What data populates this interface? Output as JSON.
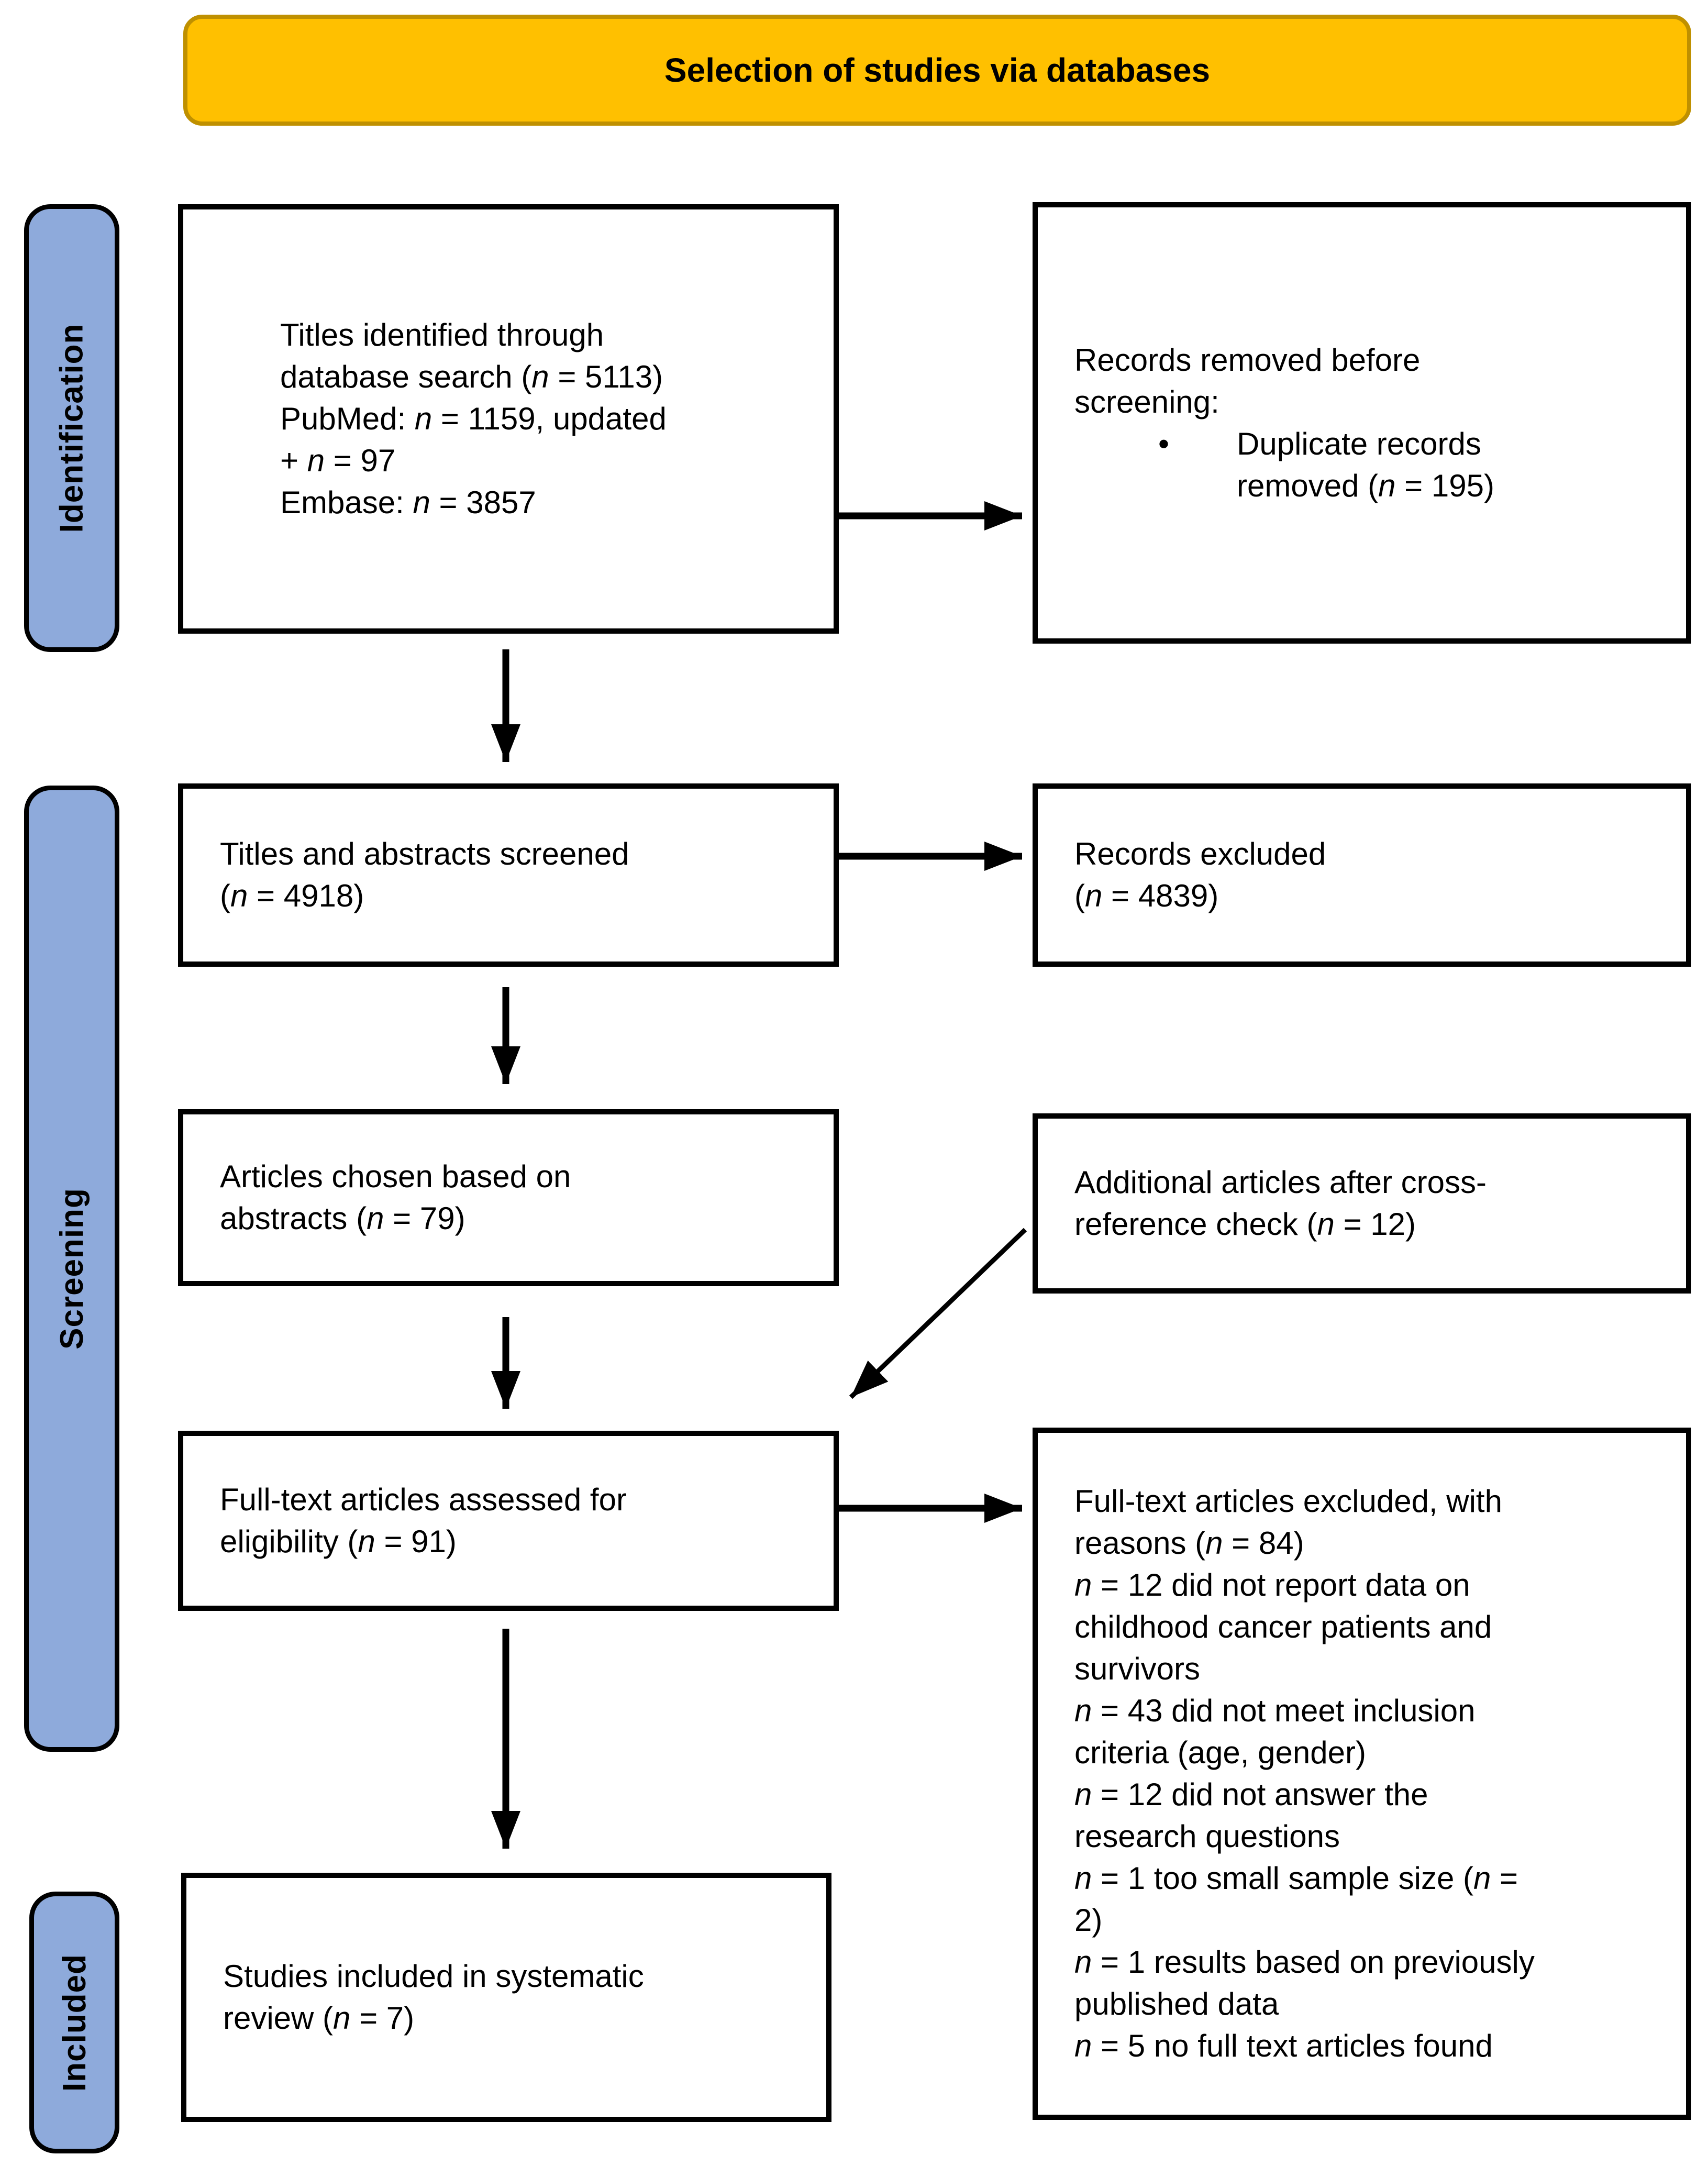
{
  "title_banner": {
    "label": "Selection of studies via databases"
  },
  "colors": {
    "banner_fill": "#FFC000",
    "banner_border": "#BF9000",
    "stage_fill": "#8EAADB",
    "box_border": "#000000",
    "arrow": "#000000",
    "text": "#000000",
    "background": "#FFFFFF"
  },
  "stages": [
    {
      "label": "Identification"
    },
    {
      "label": "Screening"
    },
    {
      "label": "Included"
    }
  ],
  "boxes": {
    "titles_identified": {
      "lines": [
        "Titles identified through",
        "database search (n = 5113)",
        "PubMed: n = 1159, updated",
        "+ n = 97",
        "Embase: n = 3857"
      ]
    },
    "records_removed": {
      "heading_lines": [
        "Records removed before",
        "screening:"
      ],
      "bullet": "•",
      "bullet_lines": [
        "Duplicate records",
        "removed (n = 195)"
      ]
    },
    "titles_screened": {
      "lines": [
        "Titles and abstracts screened",
        "(n = 4918)"
      ]
    },
    "records_excluded": {
      "lines": [
        "Records excluded",
        "(n = 4839)"
      ]
    },
    "articles_chosen": {
      "lines": [
        "Articles chosen based on",
        "abstracts (n = 79)"
      ]
    },
    "additional_articles": {
      "lines": [
        "Additional articles after cross-",
        "reference check (n = 12)"
      ]
    },
    "full_text_assessed": {
      "lines": [
        "Full-text articles assessed for",
        "eligibility (n = 91)"
      ]
    },
    "full_text_excluded": {
      "lines": [
        "Full-text articles excluded, with",
        "reasons (n = 84)",
        "n = 12 did not report data on",
        "childhood cancer patients and",
        "survivors",
        "n = 43 did not meet inclusion",
        "criteria (age, gender)",
        "n = 12 did not answer the",
        "research questions",
        "n = 1 too small sample size (n =",
        "2)",
        "n = 1 results based on previously",
        "published data",
        "n = 5 no full text articles found"
      ]
    },
    "studies_included": {
      "lines": [
        "Studies included in systematic",
        "review (n = 7)"
      ]
    }
  }
}
